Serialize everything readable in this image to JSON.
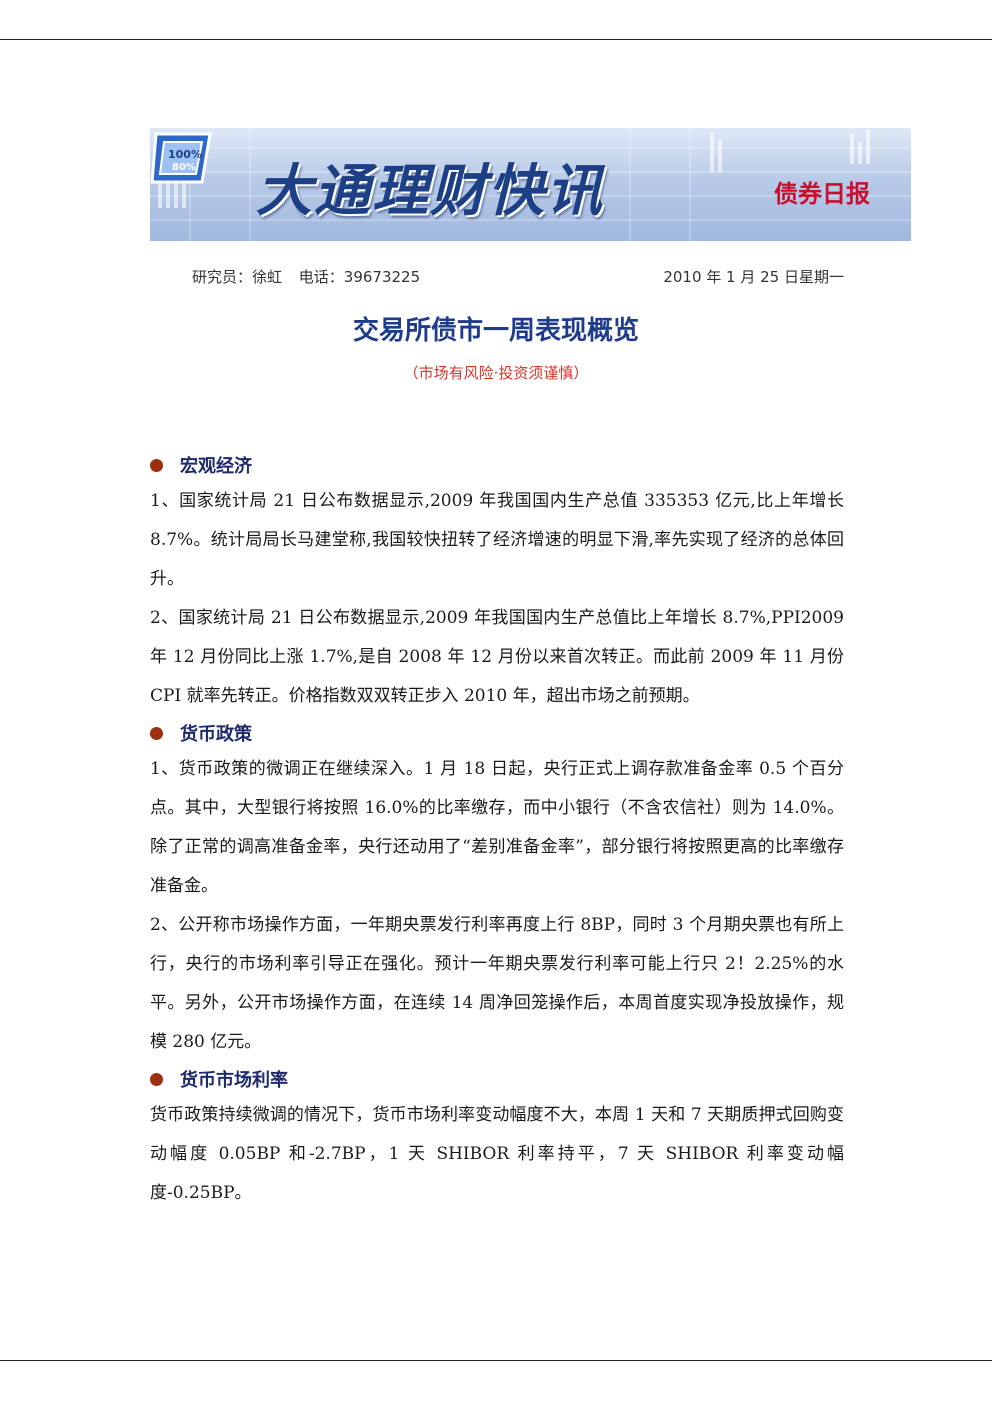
{
  "header": {
    "banner_title": "大通理财快讯",
    "brand_name": "债券日报",
    "badge_text_top": "100%",
    "badge_text_bottom": "80%",
    "researcher": "研究员：徐虹",
    "phone": "电话：39673225",
    "date": "2010 年 1 月 25 日星期一"
  },
  "document": {
    "title": "交易所债市一周表现概览",
    "subtitle": "（市场有风险·投资须谨慎）"
  },
  "sections": [
    {
      "heading": "宏观经济",
      "paragraphs": [
        "1、国家统计局 21 日公布数据显示,2009 年我国国内生产总值 335353 亿元,比上年增长 8.7%。统计局局长马建堂称,我国较快扭转了经济增速的明显下滑,率先实现了经济的总体回升。",
        "2、国家统计局 21 日公布数据显示,2009 年我国国内生产总值比上年增长 8.7%,PPI2009 年 12 月份同比上涨 1.7%,是自 2008 年 12 月份以来首次转正。而此前 2009 年 11 月份 CPI 就率先转正。价格指数双双转正步入 2010 年，超出市场之前预期。"
      ]
    },
    {
      "heading": "货币政策",
      "paragraphs": [
        "1、货币政策的微调正在继续深入。1 月 18 日起，央行正式上调存款准备金率 0.5 个百分点。其中，大型银行将按照 16.0%的比率缴存，而中小银行（不含农信社）则为 14.0%。除了正常的调高准备金率，央行还动用了“差别准备金率”，部分银行将按照更高的比率缴存准备金。",
        "2、公开称市场操作方面，一年期央票发行利率再度上行 8BP，同时 3 个月期央票也有所上行，央行的市场利率引导正在强化。预计一年期央票发行利率可能上行只 2！2.25%的水平。另外，公开市场操作方面，在连续 14 周净回笼操作后，本周首度实现净投放操作，规模 280 亿元。"
      ]
    },
    {
      "heading": "货币市场利率",
      "paragraphs": [
        "货币政策持续微调的情况下，货币市场利率变动幅度不大，本周 1 天和 7 天期质押式回购变动幅度 0.05BP 和-2.7BP，1 天 SHIBOR 利率持平，7 天 SHIBOR 利率变动幅度-0.25BP。"
      ]
    }
  ]
}
